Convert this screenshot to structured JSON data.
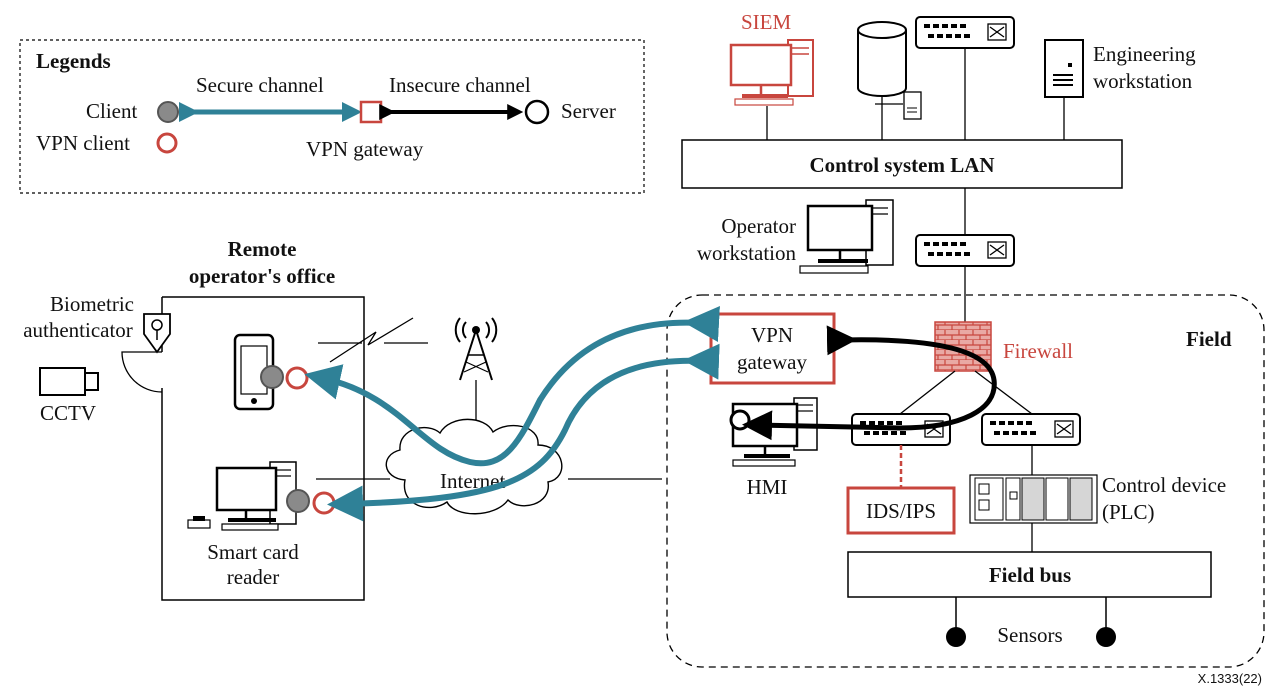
{
  "legend": {
    "title": "Legends",
    "client": "Client",
    "vpn_client": "VPN client",
    "secure_channel": "Secure channel",
    "insecure_channel": "Insecure channel",
    "vpn_gateway": "VPN gateway",
    "server": "Server"
  },
  "remote_office": {
    "title_line1": "Remote",
    "title_line2": "operator's office",
    "biometric_line1": "Biometric",
    "biometric_line2": "authenticator",
    "cctv": "CCTV",
    "smart_card_line1": "Smart card",
    "smart_card_line2": "reader"
  },
  "internet": "Internet",
  "control_lan": {
    "siem": "SIEM",
    "engineering_line1": "Engineering",
    "engineering_line2": "workstation",
    "lan_label": "Control system LAN",
    "operator_line1": "Operator",
    "operator_line2": "workstation"
  },
  "field": {
    "title": "Field",
    "vpn_gateway_line1": "VPN",
    "vpn_gateway_line2": "gateway",
    "firewall": "Firewall",
    "hmi": "HMI",
    "ids_ips": "IDS/IPS",
    "control_device_line1": "Control device",
    "control_device_line2": "(PLC)",
    "field_bus": "Field bus",
    "sensors": "Sensors"
  },
  "figure_id": "X.1333(22)",
  "colors": {
    "secure": "#2f8197",
    "insecure": "#000000",
    "vpn_red": "#c8463e",
    "client_gray": "#8a8a8a"
  }
}
